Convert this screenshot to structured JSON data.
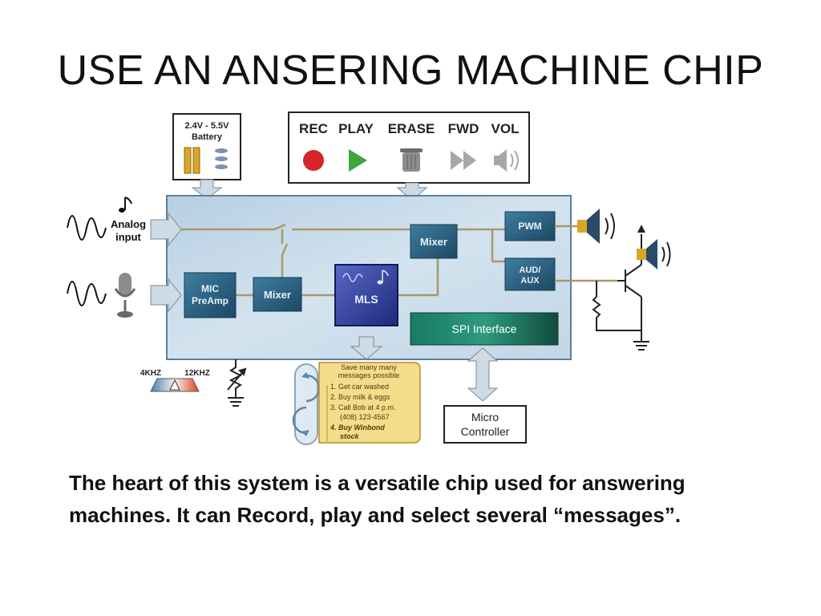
{
  "title": "USE AN ANSERING MACHINE CHIP",
  "caption": {
    "line1": "The heart of this system is a versatile chip used for answering",
    "line2": "machines.  It can Record, play and select several “messages”."
  },
  "diagram": {
    "battery": {
      "voltage": "2.4V - 5.5V",
      "label": "Battery"
    },
    "controls": [
      "REC",
      "PLAY",
      "ERASE",
      "FWD",
      "VOL"
    ],
    "analog_input": [
      "Analog",
      "input"
    ],
    "mic_preamp": [
      "MIC",
      "PreAmp"
    ],
    "mixer_left": "Mixer",
    "mixer_top": "Mixer",
    "mls": "MLS",
    "pwm": "PWM",
    "aud_aux": [
      "AUD/",
      "AUX"
    ],
    "spi": "SPI Interface",
    "micro_controller": [
      "Micro",
      "Controller"
    ],
    "freq_low": "4KHZ",
    "freq_high": "12KHZ",
    "messages": {
      "header": [
        "Save many many",
        "messages possible"
      ],
      "items": [
        "1. Get car washed",
        "2. Buy milk & eggs",
        "3. Call Bob at 4 p.m.",
        "(408) 123-4567",
        "4. Buy Winbond",
        "stock"
      ]
    },
    "colors": {
      "chip_body": "#c4d8e8",
      "dark_block": "#2f6585",
      "spi_green": "#1f6a55",
      "arrow_fill": "#cfdbe4",
      "rec_red": "#d7232a",
      "play_green": "#3da63a",
      "note_yellow": "#f5dc8a"
    }
  }
}
